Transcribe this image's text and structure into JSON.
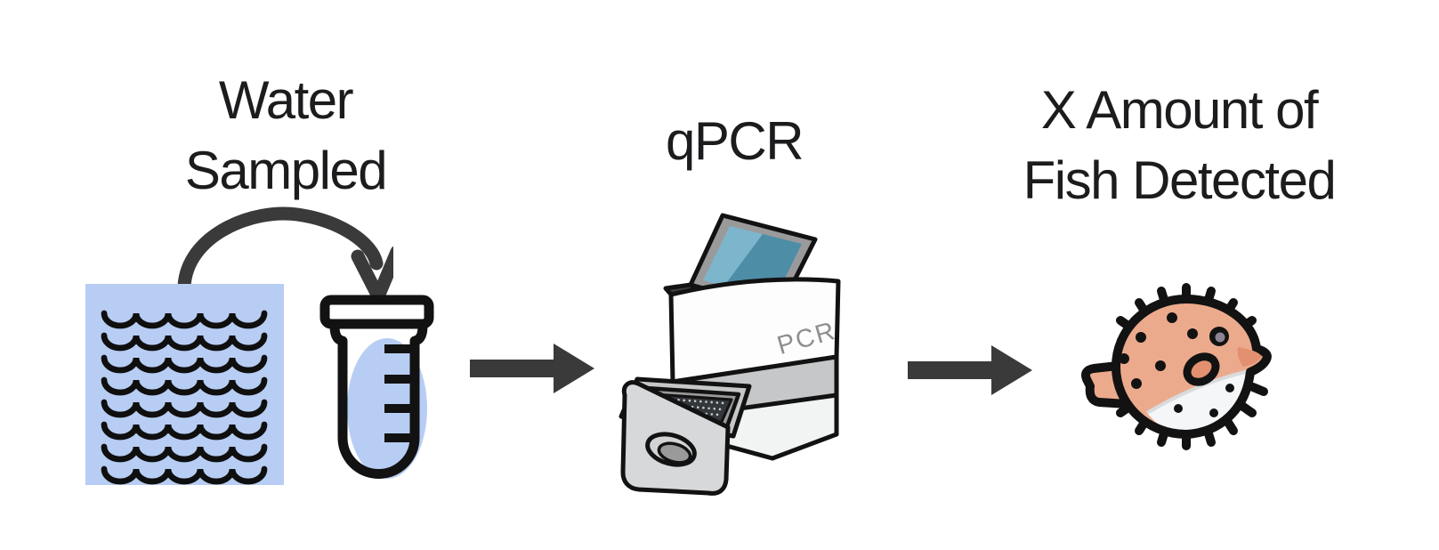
{
  "diagram": {
    "steps": [
      {
        "id": "water-sampled",
        "label_lines": [
          "Water",
          "Sampled"
        ]
      },
      {
        "id": "qpcr",
        "label_lines": [
          "qPCR"
        ],
        "machine_label": "PCR"
      },
      {
        "id": "fish-detected",
        "label_lines": [
          "X Amount of",
          "Fish Detected"
        ]
      }
    ],
    "connectors": [
      {
        "from": "water-sampled",
        "to": "qpcr",
        "type": "right-arrow"
      },
      {
        "from": "qpcr",
        "to": "fish-detected",
        "type": "right-arrow"
      }
    ],
    "icons": [
      "water-waves-icon",
      "sample-tube-icon",
      "curved-pour-arrow-icon",
      "qpcr-machine-icon",
      "pufferfish-icon"
    ]
  },
  "colors": {
    "text": "#1c1c1e",
    "outline": "#121212",
    "wave-ink": "#0f0f0f",
    "arrow": "#3a3a3a",
    "water-blue": "#b7cdf3",
    "screen-light": "#7db5cc",
    "screen-dark": "#4e8da6",
    "screen-frame": "#9a9a9a",
    "deck-dark": "#3c3f43",
    "machine-white": "#fdfdfd",
    "machine-gray": "#c6c7c8",
    "machine-light": "#f2f3f3",
    "drawer-gray": "#d7d8d9",
    "plate-dark": "#33363a",
    "plate-dot": "#caccce",
    "handle-gray": "#d2d3d4",
    "label-gray": "#8f8f8f",
    "fish-salmon": "#ecaa8d",
    "fish-dark-salmon": "#e2906f",
    "fish-belly": "#f5f6f8",
    "fish-pupil": "#8c8492",
    "belly-shade": "#d9dbdd"
  }
}
